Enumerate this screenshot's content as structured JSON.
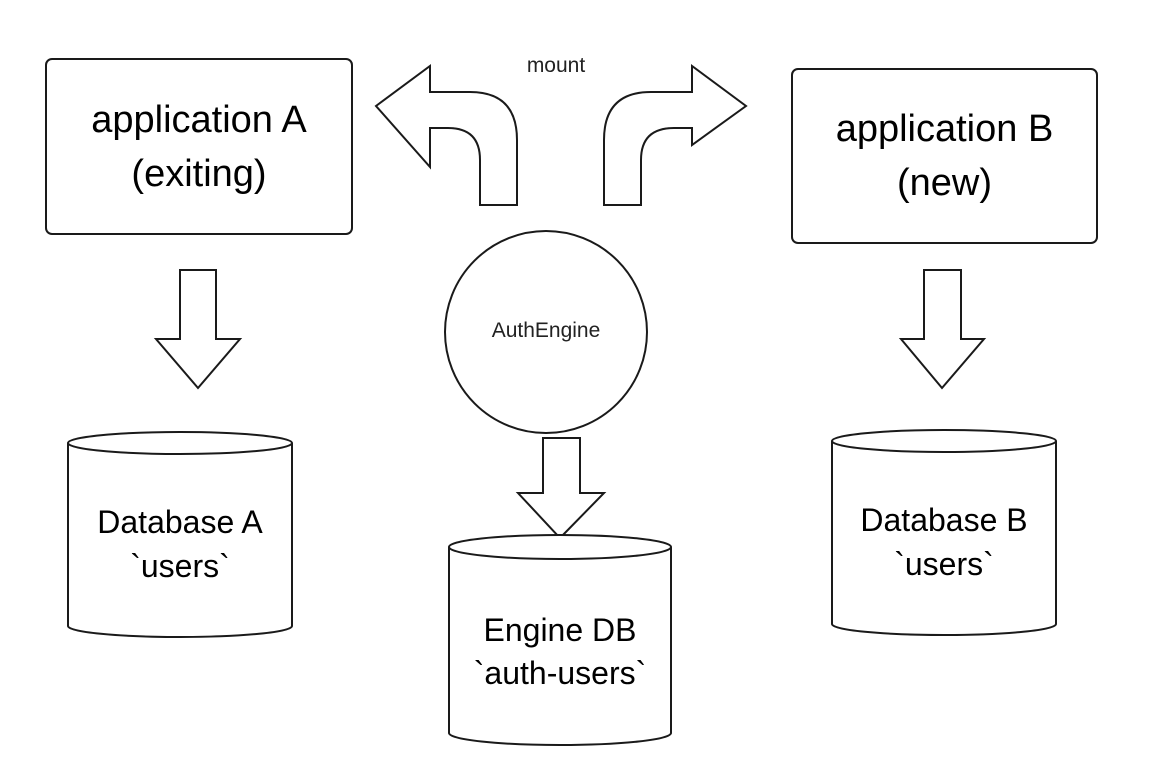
{
  "diagram": {
    "mount_label": "mount",
    "engine_label": "AuthEngine",
    "app_a": {
      "line1": "application A",
      "line2": "(exiting)"
    },
    "app_b": {
      "line1": "application B",
      "line2": "(new)"
    },
    "db_a": {
      "line1": "Database A",
      "line2": "`users`"
    },
    "db_b": {
      "line1": "Database B",
      "line2": "`users`"
    },
    "db_engine": {
      "line1": "Engine DB",
      "line2": "`auth-users`"
    },
    "stroke_color": "#1a1a1a"
  }
}
